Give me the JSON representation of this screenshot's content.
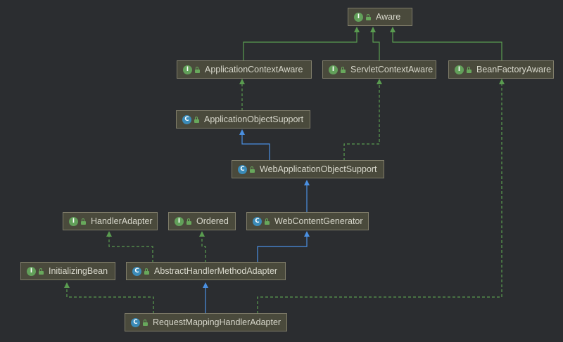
{
  "colors": {
    "background": "#2b2d30",
    "node_fill": "#4a4a3c",
    "node_border": "#807d6a",
    "interface_badge": "#62a05a",
    "class_badge": "#3b8bb8",
    "implements_edge": "#5a9c50",
    "extends_edge": "#4a90e2"
  },
  "legend_symbols": {
    "interface": "I",
    "class": "C",
    "visibility_icon": "public-lock-icon"
  },
  "nodes": {
    "aware": {
      "kind": "interface",
      "name": "Aware"
    },
    "application_context_aware": {
      "kind": "interface",
      "name": "ApplicationContextAware"
    },
    "servlet_context_aware": {
      "kind": "interface",
      "name": "ServletContextAware"
    },
    "bean_factory_aware": {
      "kind": "interface",
      "name": "BeanFactoryAware"
    },
    "application_object_support": {
      "kind": "class",
      "name": "ApplicationObjectSupport"
    },
    "web_application_object_support": {
      "kind": "class",
      "name": "WebApplicationObjectSupport"
    },
    "handler_adapter": {
      "kind": "interface",
      "name": "HandlerAdapter"
    },
    "ordered": {
      "kind": "interface",
      "name": "Ordered"
    },
    "web_content_generator": {
      "kind": "class",
      "name": "WebContentGenerator"
    },
    "initializing_bean": {
      "kind": "interface",
      "name": "InitializingBean"
    },
    "abstract_handler_method_adapter": {
      "kind": "class",
      "name": "AbstractHandlerMethodAdapter"
    },
    "request_mapping_handler_adapter": {
      "kind": "class",
      "name": "RequestMappingHandlerAdapter"
    }
  },
  "edges": [
    {
      "from": "application_context_aware",
      "to": "aware",
      "relation": "extends-interface"
    },
    {
      "from": "servlet_context_aware",
      "to": "aware",
      "relation": "extends-interface"
    },
    {
      "from": "bean_factory_aware",
      "to": "aware",
      "relation": "extends-interface"
    },
    {
      "from": "application_object_support",
      "to": "application_context_aware",
      "relation": "implements"
    },
    {
      "from": "web_application_object_support",
      "to": "application_object_support",
      "relation": "extends"
    },
    {
      "from": "web_application_object_support",
      "to": "servlet_context_aware",
      "relation": "implements"
    },
    {
      "from": "web_content_generator",
      "to": "web_application_object_support",
      "relation": "extends"
    },
    {
      "from": "abstract_handler_method_adapter",
      "to": "handler_adapter",
      "relation": "implements"
    },
    {
      "from": "abstract_handler_method_adapter",
      "to": "ordered",
      "relation": "implements"
    },
    {
      "from": "abstract_handler_method_adapter",
      "to": "web_content_generator",
      "relation": "extends"
    },
    {
      "from": "request_mapping_handler_adapter",
      "to": "abstract_handler_method_adapter",
      "relation": "extends"
    },
    {
      "from": "request_mapping_handler_adapter",
      "to": "initializing_bean",
      "relation": "implements"
    },
    {
      "from": "request_mapping_handler_adapter",
      "to": "bean_factory_aware",
      "relation": "implements"
    }
  ]
}
